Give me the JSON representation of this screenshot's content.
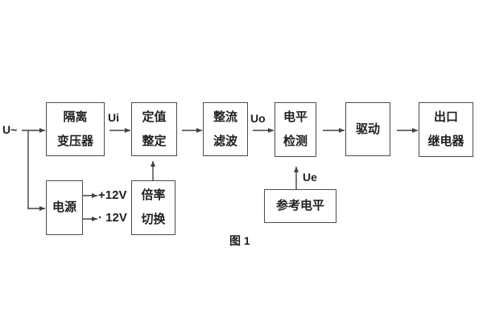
{
  "figure": {
    "caption": "图 1",
    "background_color": "#ffffff",
    "line_color": "#404040",
    "text_color": "#1f1f1f"
  },
  "blocks": {
    "isolation_transformer": {
      "line1": "隔离",
      "line2": "变压器"
    },
    "setting": {
      "line1": "定值",
      "line2": "整定"
    },
    "rectifier_filter": {
      "line1": "整流",
      "line2": "滤波"
    },
    "level_detection": {
      "line1": "电平",
      "line2": "检测"
    },
    "drive": {
      "line1": "驱动"
    },
    "output_relay": {
      "line1": "出口",
      "line2": "继电器"
    },
    "power_supply": {
      "line1": "电源"
    },
    "rate_switch": {
      "line1": "倍率",
      "line2": "切换"
    },
    "reference_level": {
      "line1": "参考电平"
    }
  },
  "labels": {
    "input_signal": "U~",
    "ui": "Ui",
    "uo": "Uo",
    "ue": "Ue",
    "plus_12v": "+12V",
    "minus_12v": "· 12V"
  }
}
